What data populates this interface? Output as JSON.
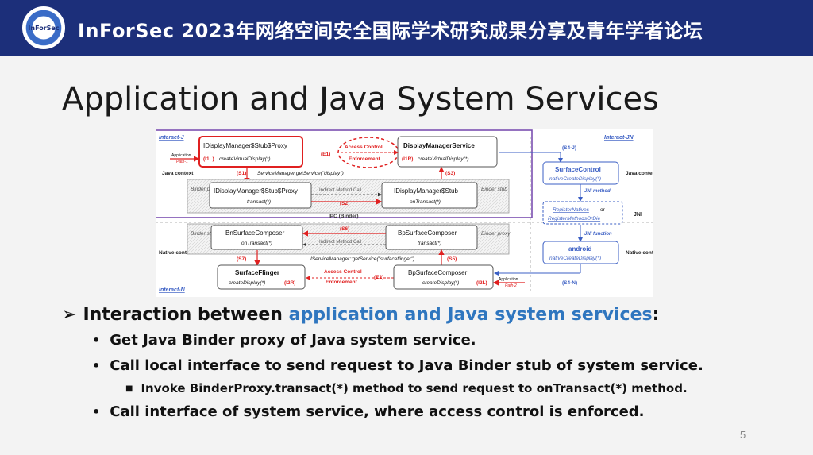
{
  "banner": {
    "logo_text": "InForSec",
    "title": "InForSec 2023年网络空间安全国际学术研究成果分享及青年学者论坛"
  },
  "slide": {
    "title": "Application and Java System Services",
    "page_number": "5"
  },
  "diagram": {
    "interact_j": "Interact-J",
    "interact_jn": "Interact-JN",
    "interact_n": "Interact-N",
    "java_context": "Java context",
    "native_context": "Native context",
    "binder_proxy": "Binder proxy",
    "binder_stub": "Binder stub",
    "proxy_box": "IDisplayManager$Stub$Proxy",
    "proxy_box_sub": "createVirtualDisplay(*)",
    "proxy_i1": "(I1L)",
    "app_label": "Application",
    "path1": "Path-1",
    "app2_label": "Application",
    "path2": "Path-2",
    "access_control": "Access Control",
    "enforcement": "Enforcement",
    "e1": "(E1)",
    "e2": "(E2)",
    "dms": "DisplayManagerService",
    "dms_sub": "createVirtualDisplay(*)",
    "dms_i1": "(I1R)",
    "s1": "(S1)",
    "s2": "(S2)",
    "s3": "(S3)",
    "s4j": "(S4-J)",
    "s4n": "(S4-N)",
    "s5": "(S5)",
    "s6": "(S6)",
    "s7": "(S7)",
    "get_service": "ServiceManager.getService(\"display\")",
    "iservice_get": "IServiceManager::getService(\"surfaceflinger\")",
    "stub_proxy": "IDisplayManager$Stub$Proxy",
    "transact": "transact(*)",
    "indirect_call": "Indirect Method Call",
    "stub": "IDisplayManager$Stub",
    "on_transact": "onTransact(*)",
    "ipc": "IPC (Binder)",
    "bn_surface": "BnSurfaceComposer",
    "bp_surface": "BpSurfaceComposer",
    "bp_surface2": "BpSurfaceComposer",
    "create_display": "createDisplay(*)",
    "surface_flinger": "SurfaceFlinger",
    "sf_i2": "(I2R)",
    "bp_i2": "(I2L)",
    "surface_control": "SurfaceControl",
    "native_create_display": "nativeCreateDisplay(*)",
    "jni_method": "JNI method",
    "register_natives": "RegisterNatives",
    "or": "or",
    "register_methods": "RegisterMethodsOrDie",
    "jni": "JNI",
    "jni_function": "JNI function",
    "android": "android",
    "native_create_display2": "nativeCreateDisplay(*)"
  },
  "bullets": {
    "l1_prefix": "Interaction between ",
    "l1_highlight": "application and Java system services",
    "l1_suffix": ":",
    "items": [
      "Get Java Binder proxy of Java system service.",
      "Call local interface to send request to Java Binder stub of system service.",
      "Invoke BinderProxy.transact(*) method to send request to onTransact(*) method.",
      "Call interface of system service, where access control is enforced."
    ]
  },
  "colors": {
    "banner": "#1c2f7a",
    "highlight": "#2f76bf",
    "red": "#e02020",
    "purple": "#7b4fb0",
    "blue": "#3b5fc4"
  }
}
